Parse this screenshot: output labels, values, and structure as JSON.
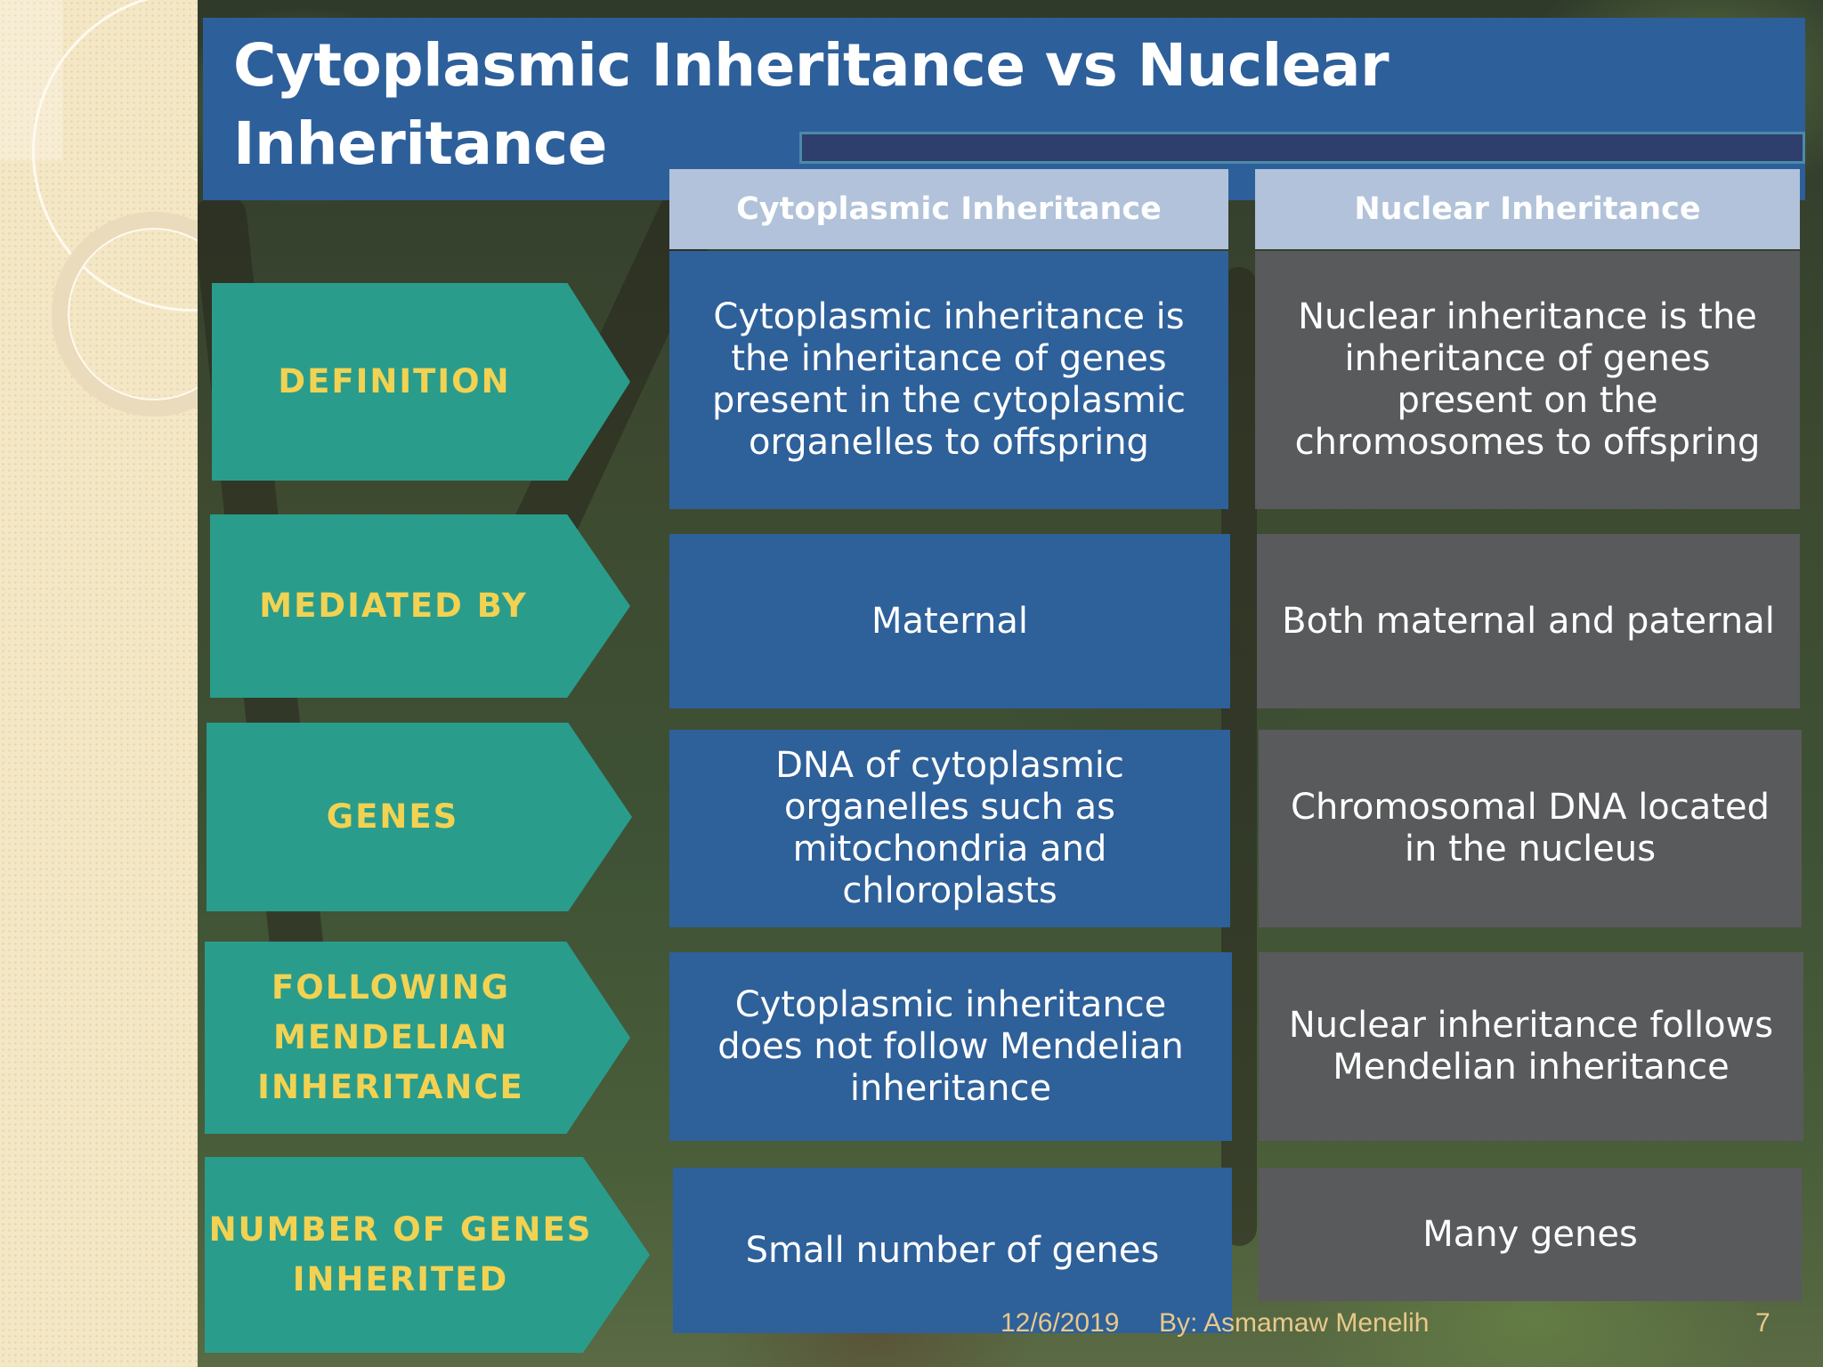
{
  "slide": {
    "title": "Cytoplasmic Inheritance vs Nuclear Inheritance",
    "column_headers": {
      "cytoplasmic": "Cytoplasmic Inheritance",
      "nuclear": "Nuclear Inheritance"
    },
    "rows": [
      {
        "label": "DEFINITION",
        "cytoplasmic": "Cytoplasmic inheritance is the inheritance of genes present in the cytoplasmic organelles to offspring",
        "nuclear": "Nuclear inheritance is the inheritance of genes present on the chromosomes to offspring"
      },
      {
        "label": "MEDIATED BY",
        "cytoplasmic": "Maternal",
        "nuclear": "Both maternal and paternal"
      },
      {
        "label": "GENES",
        "cytoplasmic": "DNA of cytoplasmic organelles such as mitochondria and chloroplasts",
        "nuclear": "Chromosomal DNA located in the nucleus"
      },
      {
        "label": "FOLLOWING MENDELIAN INHERITANCE",
        "cytoplasmic": "Cytoplasmic inheritance does not follow Mendelian inheritance",
        "nuclear": "Nuclear inheritance follows Mendelian inheritance"
      },
      {
        "label": "NUMBER OF GENES INHERITED",
        "cytoplasmic": "Small number of genes",
        "nuclear": "Many genes"
      }
    ]
  },
  "footer": {
    "date": "12/6/2019",
    "author": "By: Asmamaw Menelih",
    "page": "7"
  },
  "colors": {
    "title_band": "#2d5f9a",
    "label_fill": "#2a9c8c",
    "label_text": "#f2d252",
    "cyto_cell": "#2e609a",
    "nuclear_cell": "#595a5c",
    "header_fill": "#b1c2da"
  }
}
